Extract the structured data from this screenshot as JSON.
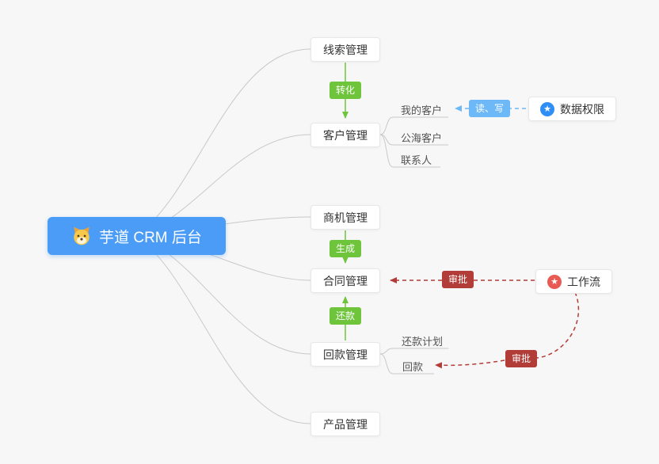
{
  "root": {
    "label": "芋道 CRM 后台"
  },
  "nodes": {
    "leads": "线索管理",
    "customers": "客户管理",
    "opportunity": "商机管理",
    "contract": "合同管理",
    "receivable": "回款管理",
    "product": "产品管理",
    "data_permission": "数据权限",
    "workflow": "工作流"
  },
  "subnodes": {
    "my_customers": "我的客户",
    "public_customers": "公海客户",
    "contacts": "联系人",
    "repayment_plan": "还款计划",
    "repayment": "回款"
  },
  "edge_labels": {
    "convert": "转化",
    "read_write": "读、写",
    "generate": "生成",
    "approve_contract": "审批",
    "repay": "还款",
    "approve_receivable": "审批"
  },
  "icons": {
    "star": "★",
    "dog_mascot": "dog-mascot-icon"
  },
  "colors": {
    "root_bg": "#4b9cf7",
    "edge_green": "#6ec53c",
    "edge_blue": "#6db8f7",
    "edge_red": "#b23c38",
    "star_blue": "#2f8ef5",
    "star_red": "#ea5a52",
    "line_gray": "#cccccc",
    "background": "#f7f7f7"
  }
}
